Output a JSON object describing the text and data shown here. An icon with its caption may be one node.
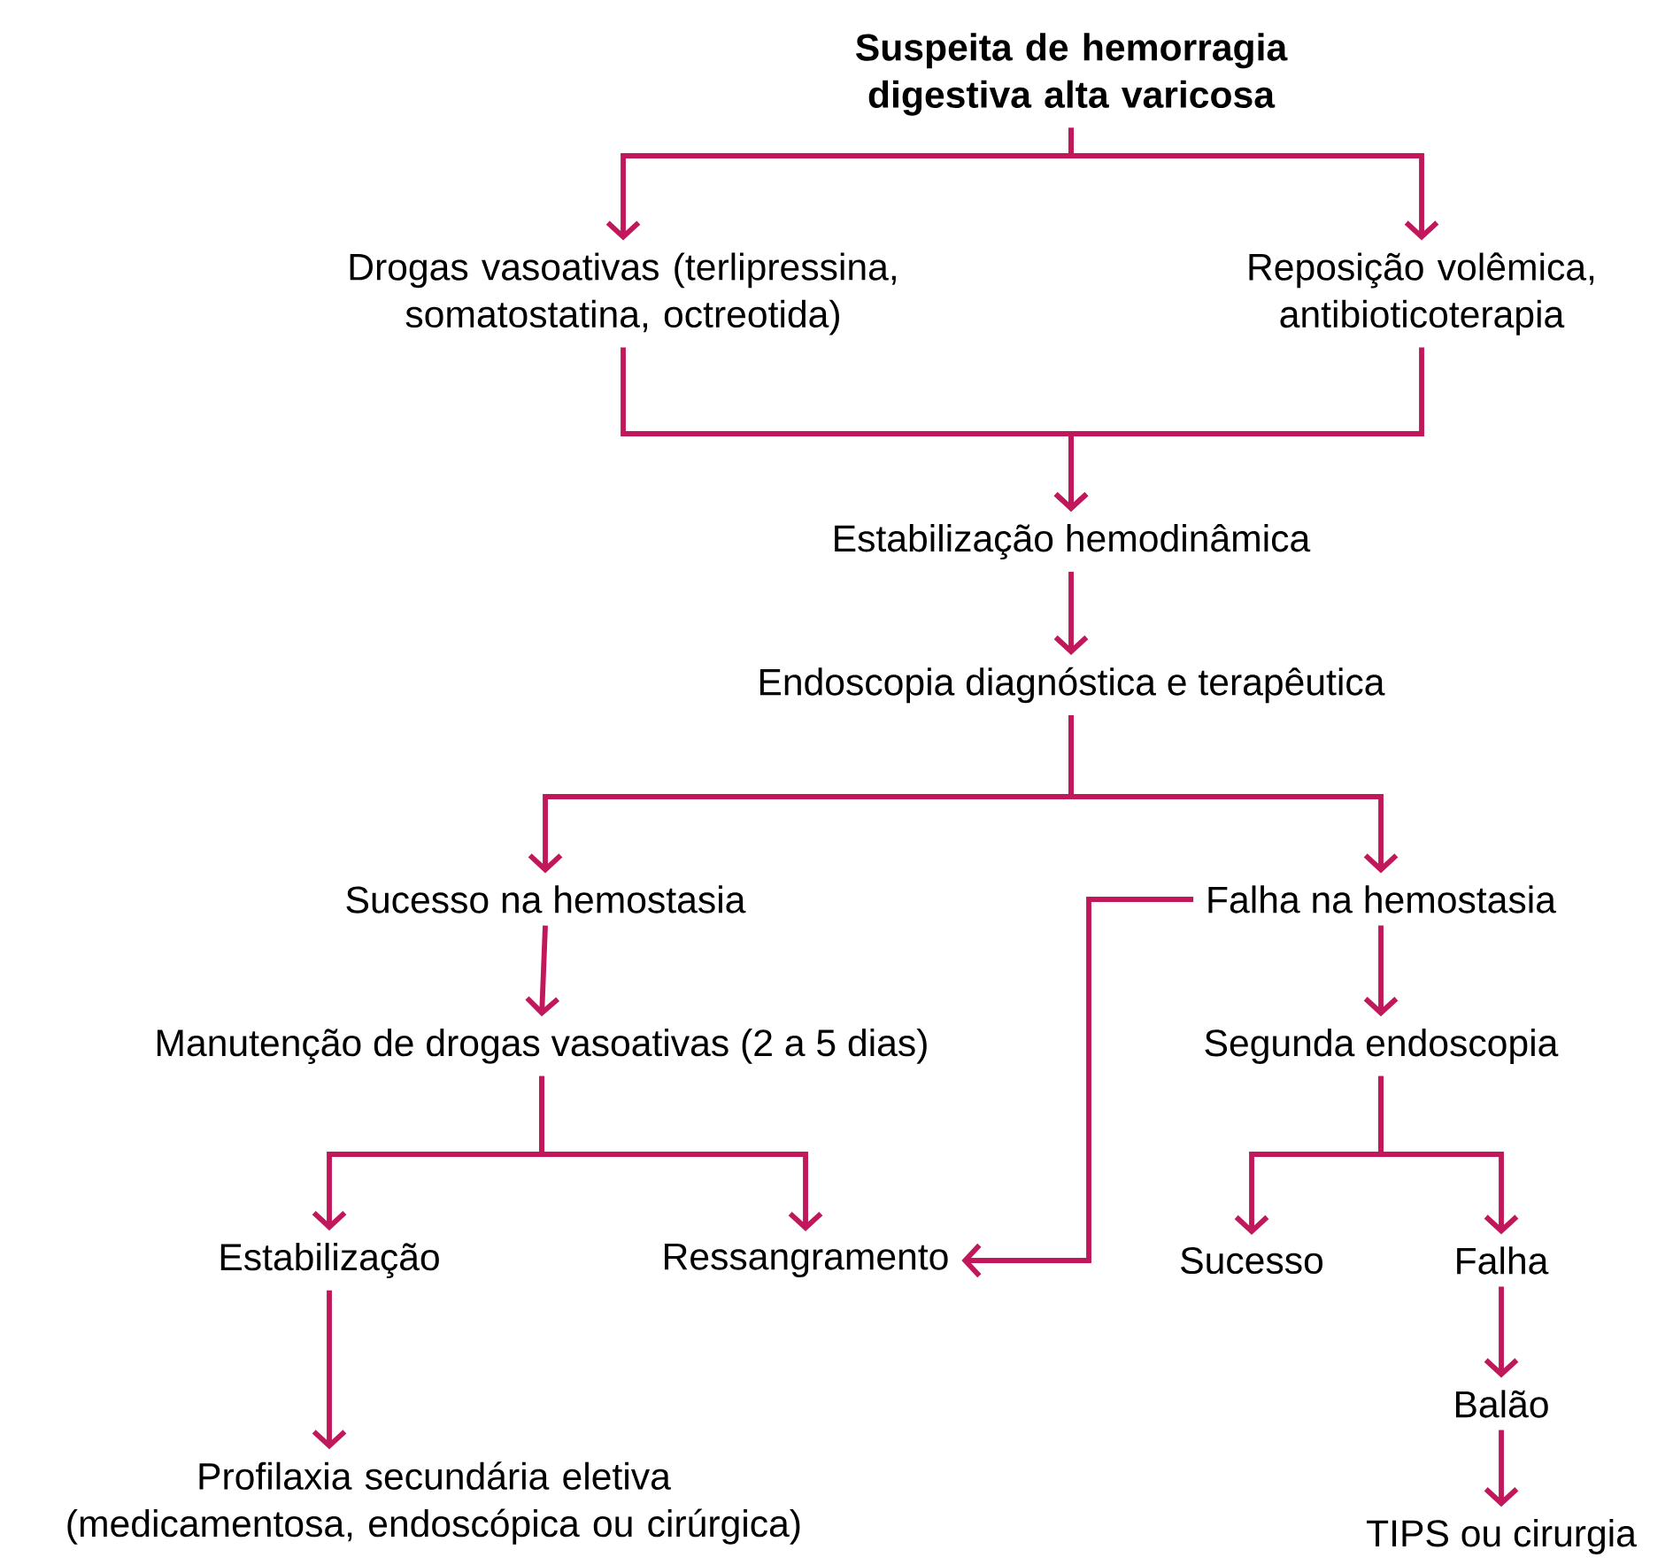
{
  "diagram": {
    "nodes": [
      {
        "text": [
          "Suspeita de hemorragia digestiva alta varicosa"
        ]
      },
      {
        "text": [
          "Drogas vasoativas (terlipressina, somatostatina, octreotida)"
        ]
      },
      {
        "text": [
          "Reposição volêmica, antibioticoterapia"
        ]
      },
      {
        "text": [
          "Estabilização hemodinâmica"
        ]
      },
      {
        "text": [
          "Endoscopia diagnóstica e terapêutica"
        ]
      },
      {
        "text": [
          "Sucesso na hemostasia"
        ]
      },
      {
        "text": [
          "Falha na hemostasia"
        ]
      },
      {
        "text": [
          "Manutenção de drogas vasoativas (2 a 5 dias)"
        ]
      },
      {
        "text": [
          "Segunda endoscopia"
        ]
      },
      {
        "text": [
          "Estabilização"
        ]
      },
      {
        "text": [
          "Ressangramento"
        ]
      },
      {
        "text": [
          "Sucesso"
        ]
      },
      {
        "text": [
          "Falha"
        ]
      },
      {
        "text": [
          "Balão"
        ]
      },
      {
        "text": [
          "TIPS ou cirurgia"
        ]
      },
      {
        "text": [
          "Profilaxia secundária eletiva (medicamentosa, endoscópica ou cirúrgica)"
        ]
      }
    ],
    "edges": [
      {
        "from": 0,
        "to": 1,
        "arrow": "to"
      },
      {
        "from": 0,
        "to": 2,
        "arrow": "to"
      },
      {
        "from": 1,
        "to": 3,
        "arrow": "to"
      },
      {
        "from": 2,
        "to": 3,
        "arrow": "to"
      },
      {
        "from": 3,
        "to": 4,
        "arrow": "to"
      },
      {
        "from": 4,
        "to": 5,
        "arrow": "to"
      },
      {
        "from": 4,
        "to": 6,
        "arrow": "to"
      },
      {
        "from": 5,
        "to": 7,
        "arrow": "to"
      },
      {
        "from": 6,
        "to": 8,
        "arrow": "to"
      },
      {
        "from": 7,
        "to": 9,
        "arrow": "to"
      },
      {
        "from": 7,
        "to": 10,
        "arrow": "to"
      },
      {
        "from": 6,
        "to": 10,
        "arrow": "to"
      },
      {
        "from": 8,
        "to": 11,
        "arrow": "to"
      },
      {
        "from": 8,
        "to": 12,
        "arrow": "to"
      },
      {
        "from": 12,
        "to": 13,
        "arrow": "to"
      },
      {
        "from": 13,
        "to": 14,
        "arrow": "to"
      },
      {
        "from": 9,
        "to": 15,
        "arrow": "to"
      }
    ]
  }
}
